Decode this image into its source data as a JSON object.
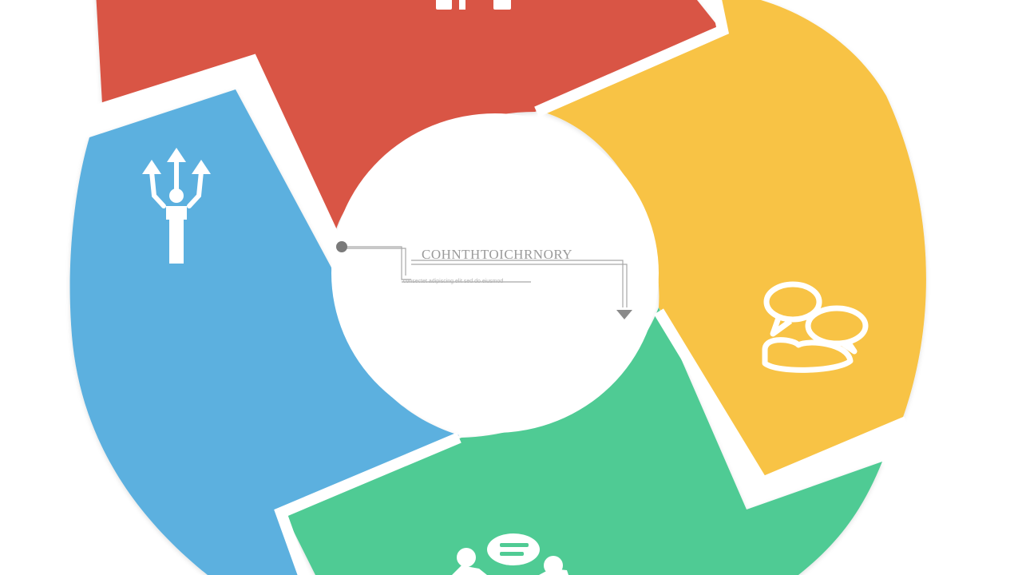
{
  "diagram": {
    "center_title": "COHNTHTOICHRNORY",
    "center_subtitle": "consectet adipiscing elit sed do eiusmod",
    "segments": [
      {
        "key": "top",
        "color": "#d95445",
        "icon": "hierarchy-people-icon"
      },
      {
        "key": "right",
        "color": "#f8c344",
        "icon": "chat-bubbles-icon"
      },
      {
        "key": "bottom",
        "color": "#50cb94",
        "icon": "discussion-people-icon"
      },
      {
        "key": "left",
        "color": "#5bb0df",
        "icon": "arrows-person-icon"
      }
    ]
  }
}
